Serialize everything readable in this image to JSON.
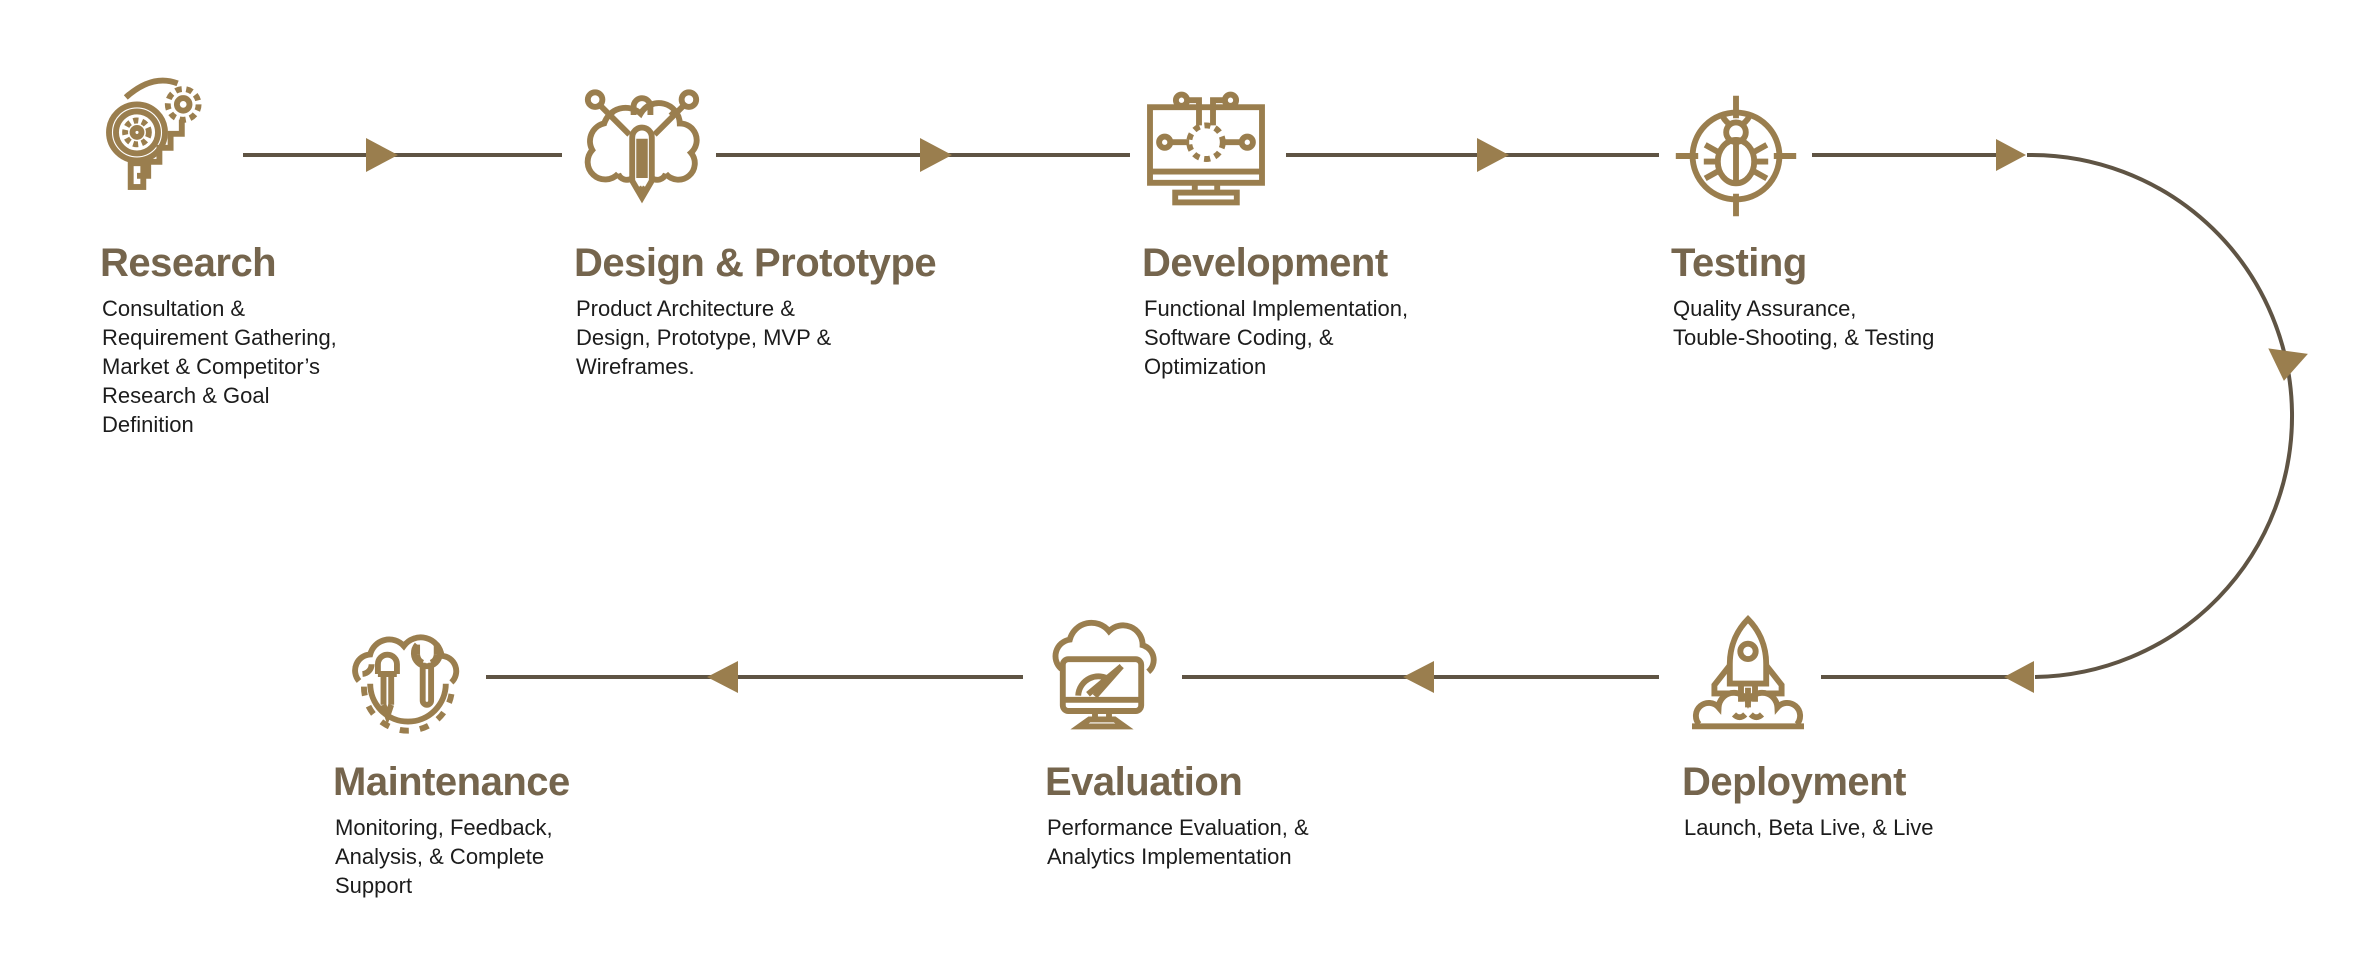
{
  "diagram": {
    "colors": {
      "accent": "#9A7E4E",
      "line": "#5F5444",
      "title": "#75654D",
      "text": "#1C1C1C",
      "background": "#FFFFFF"
    },
    "flow": "clockwise-s-curve",
    "stages": [
      {
        "id": "research",
        "title": "Research",
        "description": "Consultation &\nRequirement Gathering,\nMarket & Competitor’s\nResearch & Goal\nDefinition",
        "icon": "research-magnifier-gears-icon"
      },
      {
        "id": "design-prototype",
        "title": "Design & Prototype",
        "description": "Product Architecture &\nDesign, Prototype, MVP &\nWireframes.",
        "icon": "design-cloud-pencil-brushes-icon"
      },
      {
        "id": "development",
        "title": "Development",
        "description": "Functional Implementation,\nSoftware Coding, &\nOptimization",
        "icon": "development-monitor-gear-circuit-icon"
      },
      {
        "id": "testing",
        "title": "Testing",
        "description": "Quality Assurance,\nTouble-Shooting, & Testing",
        "icon": "testing-bug-crosshair-icon"
      },
      {
        "id": "deployment",
        "title": "Deployment",
        "description": "Launch, Beta Live, & Live",
        "icon": "deployment-rocket-launch-icon"
      },
      {
        "id": "evaluation",
        "title": "Evaluation",
        "description": "Performance Evaluation, &\nAnalytics Implementation",
        "icon": "evaluation-cloud-monitor-gauge-icon"
      },
      {
        "id": "maintenance",
        "title": "Maintenance",
        "description": "Monitoring, Feedback,\nAnalysis, & Complete\nSupport",
        "icon": "maintenance-cloud-tools-gear-icon"
      }
    ]
  }
}
